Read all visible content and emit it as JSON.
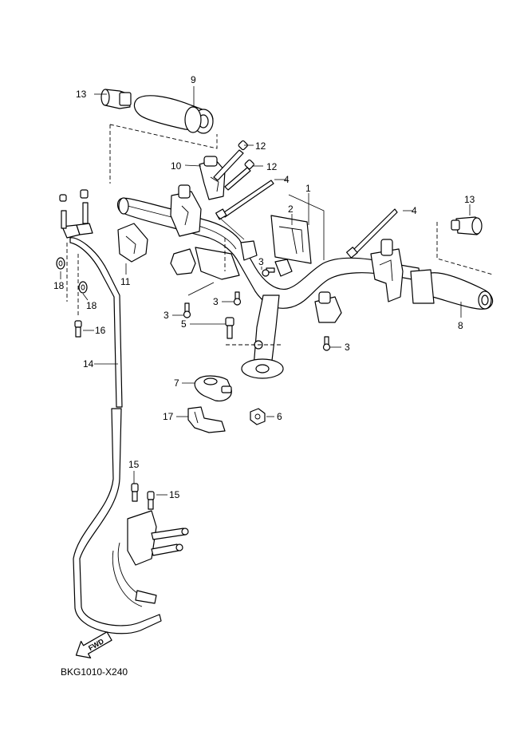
{
  "diagram": {
    "code": "BKG1010-X240",
    "fwd_label": "FWD",
    "callouts": {
      "c1": "1",
      "c2": "2",
      "c3a": "3",
      "c3b": "3",
      "c3c": "3",
      "c3d": "3",
      "c4a": "4",
      "c4b": "4",
      "c5": "5",
      "c6": "6",
      "c7": "7",
      "c8": "8",
      "c9": "9",
      "c10": "10",
      "c11": "11",
      "c12a": "12",
      "c12b": "12",
      "c13a": "13",
      "c13b": "13",
      "c14": "14",
      "c15a": "15",
      "c15b": "15",
      "c16": "16",
      "c17": "17",
      "c18a": "18",
      "c18b": "18"
    }
  }
}
